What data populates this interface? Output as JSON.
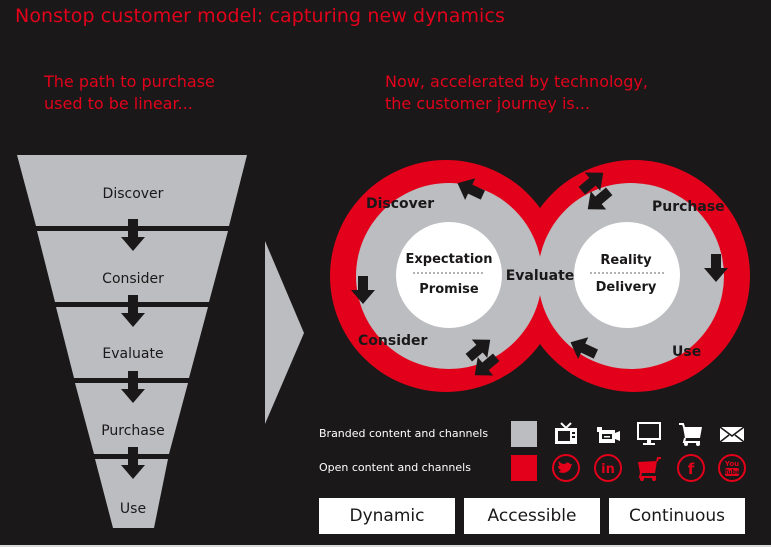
{
  "title": "Nonstop customer model: capturing new dynamics",
  "left_heading": {
    "line1": "The path to purchase",
    "line2": "used to be linear..."
  },
  "right_heading": {
    "line1": "Now, accelerated by technology,",
    "line2": "the customer journey is..."
  },
  "funnel": {
    "stages": [
      "Discover",
      "Consider",
      "Evaluate",
      "Purchase",
      "Use"
    ]
  },
  "loop": {
    "left_circle": {
      "top": "Expectation",
      "bottom": "Promise"
    },
    "right_circle": {
      "top": "Reality",
      "bottom": "Delivery"
    },
    "stage_labels": {
      "discover": "Discover",
      "consider": "Consider",
      "evaluate": "Evaluate",
      "purchase": "Purchase",
      "use": "Use"
    }
  },
  "legend": {
    "branded": {
      "label": "Branded content and channels",
      "color": "#bcbdc0",
      "icons": [
        "tv-icon",
        "video-camera-icon",
        "monitor-icon",
        "shopping-cart-icon",
        "envelope-icon"
      ]
    },
    "open": {
      "label": "Open content and channels",
      "color": "#e2001a",
      "icons": [
        "twitter-icon",
        "linkedin-icon",
        "shopping-cart-icon",
        "facebook-icon",
        "youtube-icon"
      ]
    }
  },
  "attributes": [
    "Dynamic",
    "Accessible",
    "Continuous"
  ],
  "colors": {
    "background": "#1a1819",
    "accent_red": "#e2001a",
    "gray": "#bcbdc0",
    "white": "#ffffff",
    "dark": "#1a1819"
  }
}
